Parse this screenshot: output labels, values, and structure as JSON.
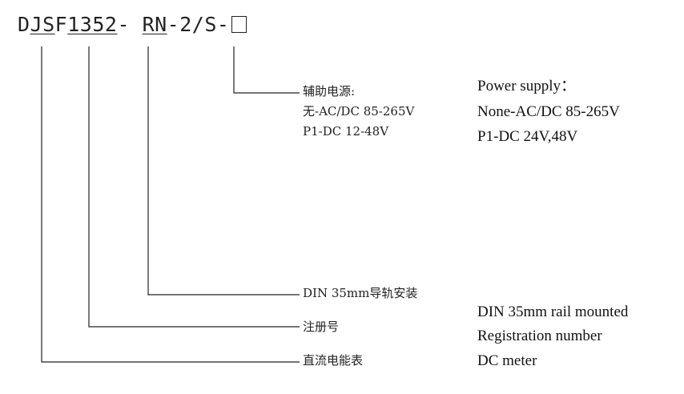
{
  "model": {
    "p1": "D",
    "p2": "JS",
    "p3": "F",
    "p4": "1352",
    "p5": "- ",
    "p6": "RN",
    "p7": "-2/S-"
  },
  "callouts": {
    "power": {
      "cn_lines": [
        "辅助电源:",
        "无-AC/DC 85-265V",
        "P1-DC 12-48V"
      ],
      "en_lines": [
        "Power supply：",
        "None-AC/DC 85-265V",
        "P1-DC 24V,48V"
      ]
    },
    "rail": {
      "cn": "DIN 35mm导轨安装",
      "en": "DIN 35mm rail mounted"
    },
    "registration": {
      "cn": "注册号",
      "en": "Registration number"
    },
    "meter": {
      "cn": "直流电能表",
      "en": "DC meter"
    }
  }
}
